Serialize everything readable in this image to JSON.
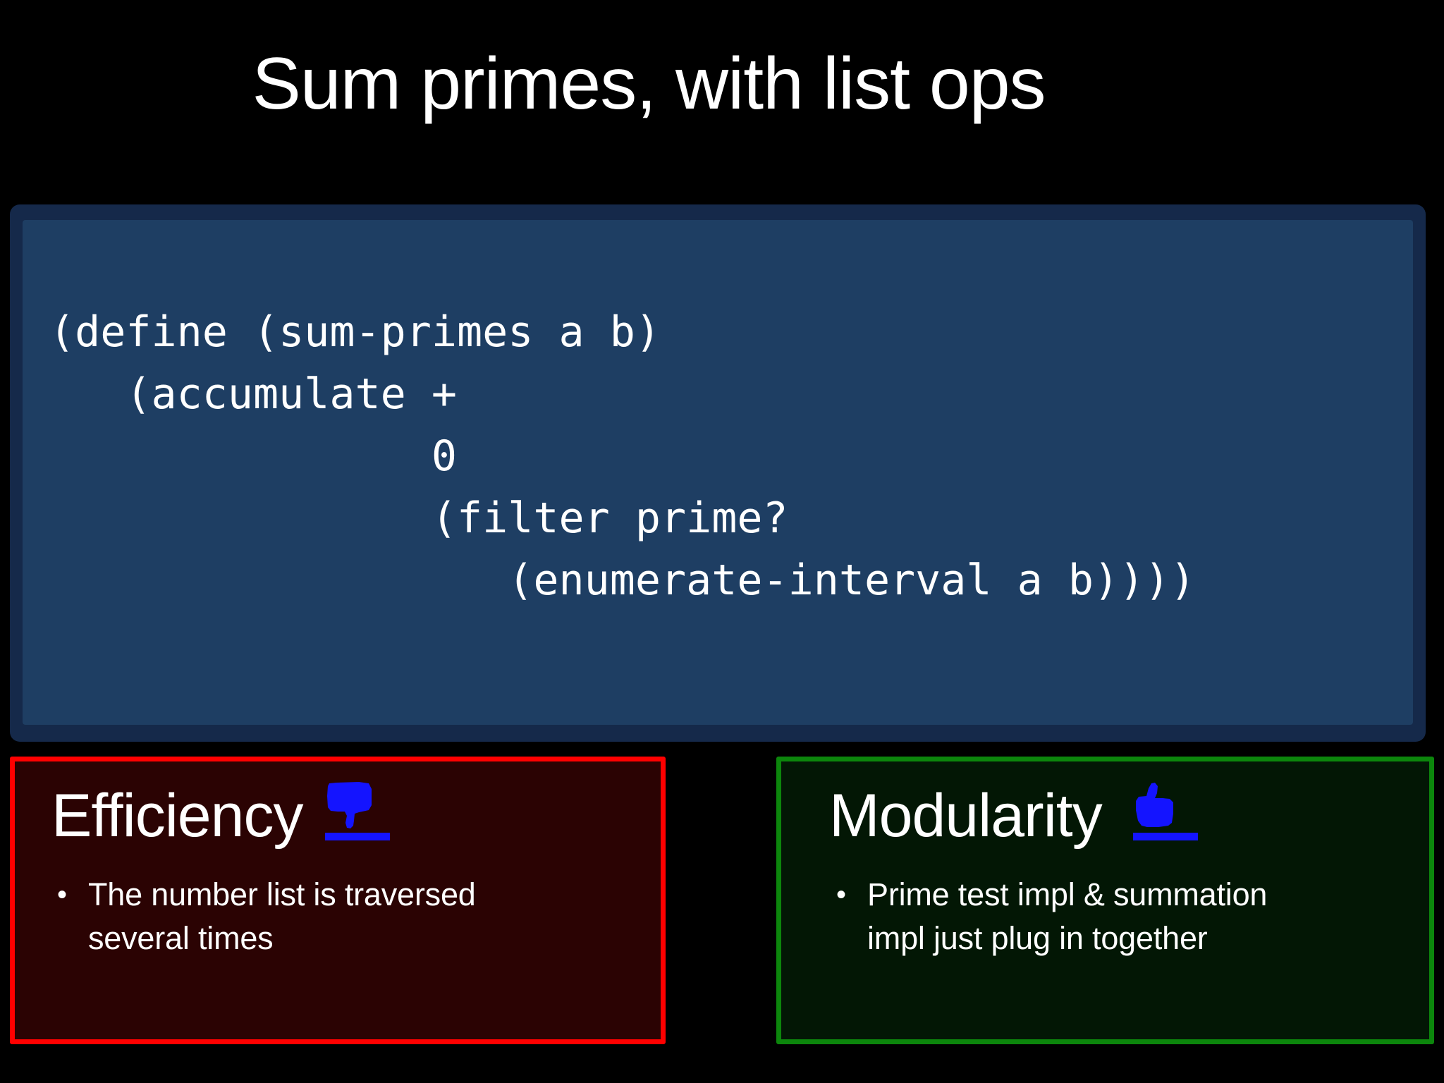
{
  "slide": {
    "title": "Sum primes, with list ops",
    "background_color": "#000000",
    "title_color": "#ffffff"
  },
  "code_block": {
    "background_color": "#1e3e63",
    "border_color": "#15294a",
    "text_color": "#ffffff",
    "lines": [
      "(define (sum-primes a b)",
      "   (accumulate +",
      "               0",
      "               (filter prime?",
      "                  (enumerate-interval a b))))"
    ],
    "code": "(define (sum-primes a b)\n   (accumulate +\n               0\n               (filter prime?\n                  (enumerate-interval a b))))"
  },
  "panels": [
    {
      "id": "efficiency",
      "title": "Efficiency",
      "icon": "thumbs-down-icon",
      "icon_color": "#1414ff",
      "border_color": "#ff0000",
      "background_color": "#2b0303",
      "bullets": [
        {
          "marker": "•",
          "text": "The number list is traversed several times"
        }
      ]
    },
    {
      "id": "modularity",
      "title": "Modularity",
      "icon": "thumbs-up-icon",
      "icon_color": "#1414ff",
      "border_color": "#0c860c",
      "background_color": "#031705",
      "bullets": [
        {
          "marker": "•",
          "text": "Prime test impl & summation impl just plug in together"
        }
      ]
    }
  ]
}
